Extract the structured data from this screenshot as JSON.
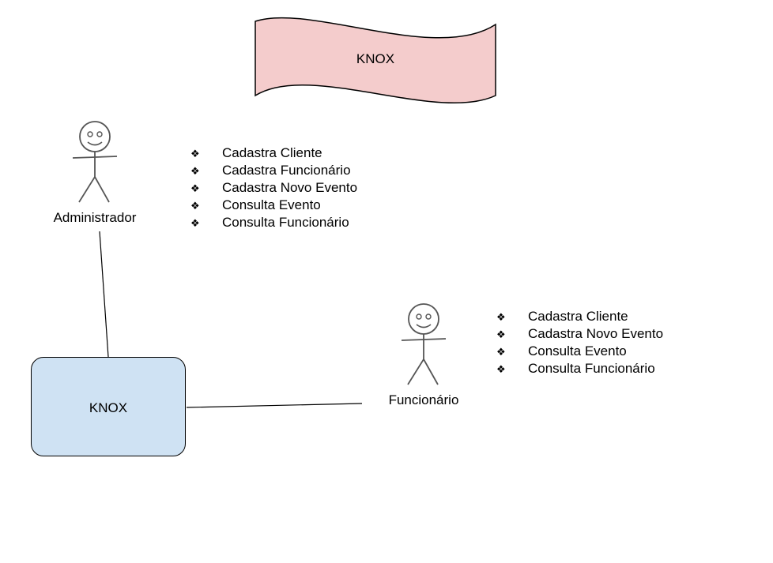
{
  "banner": {
    "label": "KNOX",
    "fill_color": "#f4cccc"
  },
  "system": {
    "label": "KNOX",
    "fill_color": "#cfe2f3"
  },
  "actors": [
    {
      "label": "Administrador",
      "icon": "stick-figure-icon",
      "items": [
        "Cadastra Cliente",
        "Cadastra Funcionário",
        "Cadastra Novo Evento",
        "Consulta Evento",
        "Consulta Funcionário"
      ]
    },
    {
      "label": "Funcionário",
      "icon": "stick-figure-icon",
      "items": [
        "Cadastra Cliente",
        "Cadastra Novo Evento",
        "Consulta Evento",
        "Consulta Funcionário"
      ]
    }
  ],
  "bullet_glyph": "❖",
  "connections": [
    {
      "from": "Administrador",
      "to": "KNOX"
    },
    {
      "from": "KNOX",
      "to": "Funcionário"
    }
  ]
}
